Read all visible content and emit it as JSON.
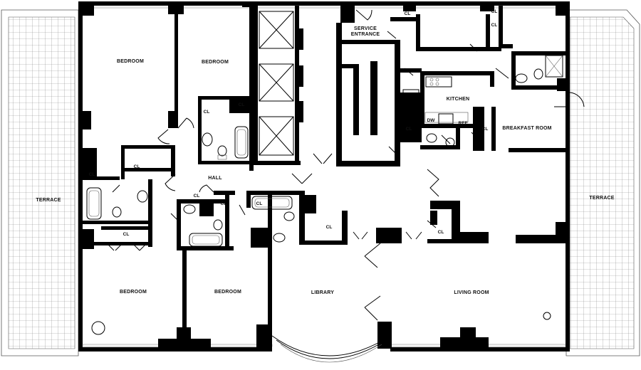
{
  "plan": {
    "rooms": {
      "terrace_left": "TERRACE",
      "terrace_right": "TERRACE",
      "bedroom_upper_left": "BEDROOM",
      "bedroom_upper_mid": "BEDROOM",
      "bedroom_lower_left": "BEDROOM",
      "bedroom_lower_mid": "BEDROOM",
      "hall": "HALL",
      "library": "LIBRARY",
      "living_room": "LIVING ROOM",
      "kitchen": "KITCHEN",
      "breakfast_room": "BREAKFAST ROOM",
      "service_entrance_line1": "SERVICE",
      "service_entrance_line2": "ENTRANCE"
    },
    "closet_label": "CL",
    "appliances": {
      "dishwasher": "DW",
      "refrigerator": "REF"
    }
  }
}
